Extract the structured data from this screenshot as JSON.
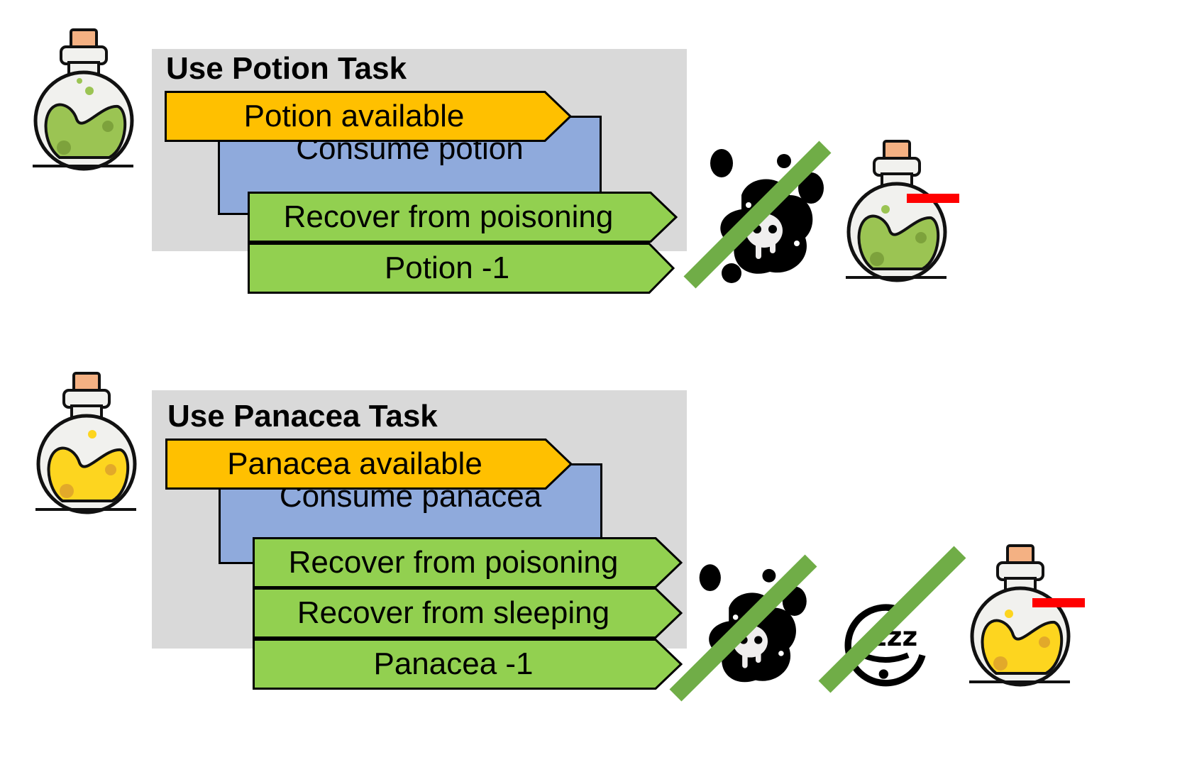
{
  "colors": {
    "panel": "#d9d9d9",
    "condition": "#ffc000",
    "action": "#8faadc",
    "effect": "#92d050",
    "strike": "#70ad47",
    "decrement": "#ff0000",
    "potion_liquid": "#9bc453",
    "panacea_liquid": "#fdd51f"
  },
  "tasks": [
    {
      "title": "Use Potion Task",
      "condition": "Potion available",
      "action": "Consume potion",
      "effects": [
        "Recover from poisoning",
        "Potion -1"
      ],
      "input_icon": "green-potion-bottle-icon",
      "result_icons": [
        "poison-skull-splat-icon",
        "green-potion-bottle-icon"
      ],
      "struck_out": [
        "poison-skull-splat-icon"
      ],
      "decremented": "green-potion-bottle-icon"
    },
    {
      "title": "Use Panacea Task",
      "condition": "Panacea available",
      "action": "Consume panacea",
      "effects": [
        "Recover from poisoning",
        "Recover from sleeping",
        "Panacea -1"
      ],
      "input_icon": "yellow-panacea-bottle-icon",
      "result_icons": [
        "poison-skull-splat-icon",
        "sleep-zzz-icon",
        "yellow-panacea-bottle-icon"
      ],
      "struck_out": [
        "poison-skull-splat-icon",
        "sleep-zzz-icon"
      ],
      "decremented": "yellow-panacea-bottle-icon"
    }
  ]
}
